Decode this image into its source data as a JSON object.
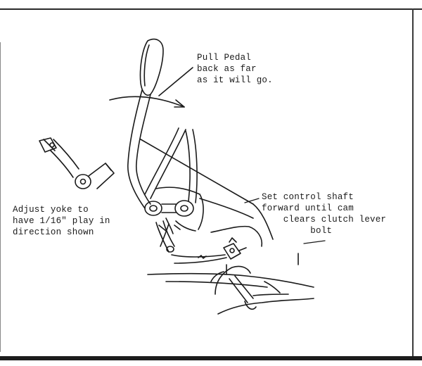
{
  "callouts": {
    "pull_pedal": "Pull Pedal\nback as far\nas it will go.",
    "adjust_yoke": "Adjust yoke to\nhave 1/16\" play in\ndirection shown",
    "set_control": "Set control shaft\nforward until cam\n    clears clutch lever\n         bolt"
  },
  "colors": {
    "ink": "#1a1a1a",
    "paper": "#ffffff"
  }
}
